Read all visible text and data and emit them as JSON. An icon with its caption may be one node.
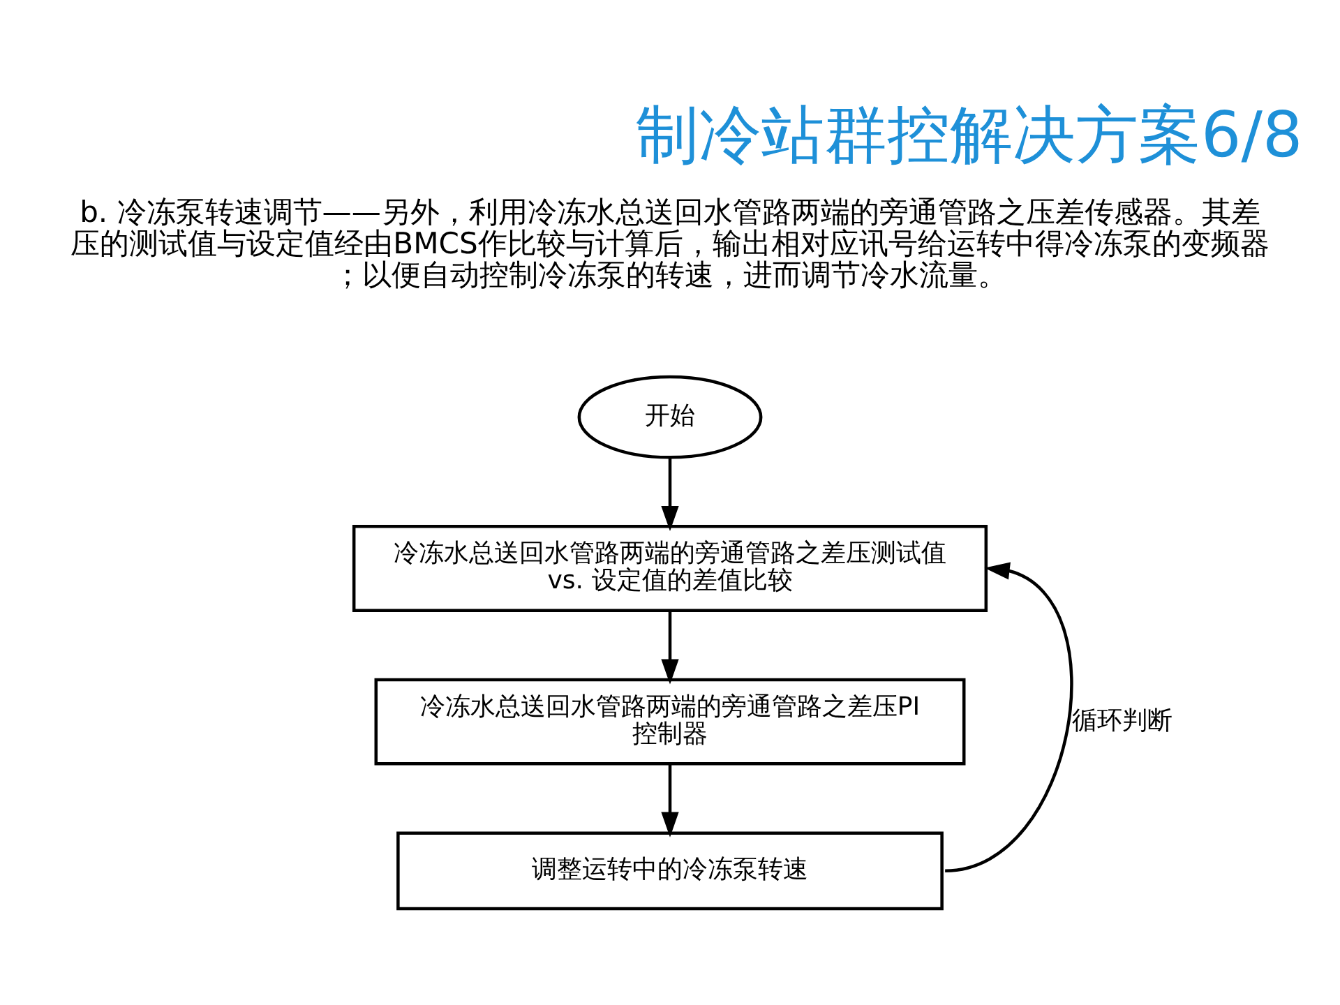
{
  "diagram": {
    "title": "制冷站群控解决方案6/8",
    "nodes": [
      {
        "text": [
          "开始"
        ]
      },
      {
        "text": [
          "冷冻水总送回水管路两端的旁通管路之差压测试值 vs. 设定值的差值比较"
        ]
      },
      {
        "text": [
          "冷冻水总送回水管路两端的旁通管路之差压PI 控制器"
        ]
      },
      {
        "text": [
          "调整运转中的冷冻泵转速"
        ]
      }
    ],
    "edges": [
      {
        "from": 0,
        "to": 1,
        "arrow": "to"
      },
      {
        "from": 1,
        "to": 2,
        "arrow": "to"
      },
      {
        "from": 2,
        "to": 3,
        "arrow": "to"
      },
      {
        "from": 3,
        "to": 1,
        "arrow": "to",
        "label": "循环判断"
      }
    ],
    "labels": [
      "b. 冷冻泵转速调节——另外，利用冷冻水总送回水管路两端的旁通管路之压差传感器。其差压的测试值与设定值经由BMCS作比较与计算后，输出相对应讯号给运转中得冷冻泵的变频器；以便自动控制冷冻泵的转速，进而调节冷水流量。"
    ]
  }
}
